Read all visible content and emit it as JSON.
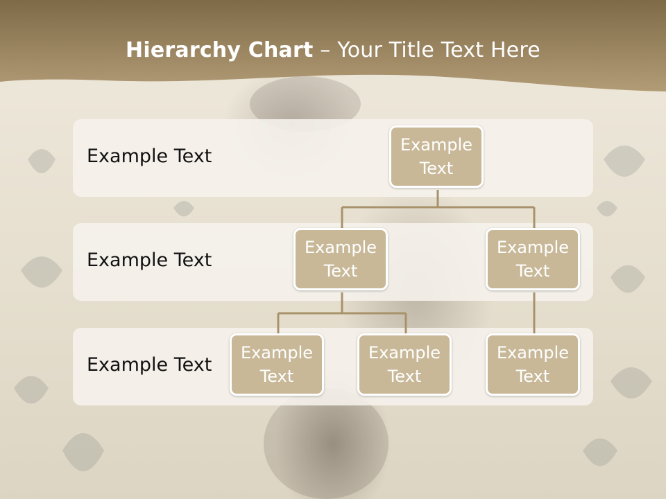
{
  "slide": {
    "title_bold": "Hierarchy Chart",
    "title_rest": " – Your Title Text Here",
    "colors": {
      "header_top": "#7f6a48",
      "header_bottom": "#b09a74",
      "node_fill": "#c8b898",
      "connector": "#a8926c",
      "band_fill": "#f6f3ed"
    }
  },
  "levels": [
    {
      "label": "Example Text"
    },
    {
      "label": "Example Text"
    },
    {
      "label": "Example Text"
    }
  ],
  "nodes": [
    {
      "id": "root",
      "text": "Example\nText"
    },
    {
      "id": "l2a",
      "text": "Example\nText"
    },
    {
      "id": "l2b",
      "text": "Example\nText"
    },
    {
      "id": "l3a",
      "text": "Example\nText"
    },
    {
      "id": "l3b",
      "text": "Example\nText"
    },
    {
      "id": "l3c",
      "text": "Example\nText"
    }
  ]
}
